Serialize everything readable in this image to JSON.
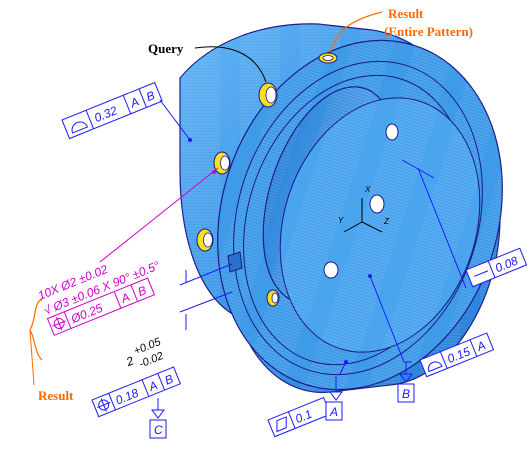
{
  "annotations": {
    "query_label": "Query",
    "result_top_line1": "Result",
    "result_top_line2": "(Entire Pattern)",
    "result_left": "Result"
  },
  "callouts": {
    "profile_surface": {
      "tolerance": "0.32",
      "datum1": "A",
      "datum2": "B"
    },
    "hole_pattern": {
      "line1": "10X Ø2 ±0.02",
      "line2": "Ø3 ±0.06 X 90° ±0.5°",
      "tolerance": "Ø0.25",
      "datum1": "A",
      "datum2": "B"
    },
    "slot_dimension": {
      "nominal": "2",
      "plus": "+0.05",
      "minus": "-0.02"
    },
    "slot_position": {
      "tolerance": "0.18",
      "datum1": "A",
      "datum2": "B",
      "datum_label": "C"
    },
    "flatness": {
      "tolerance": "0.1",
      "datum_label": "A"
    },
    "profile_bore": {
      "tolerance": "0.15",
      "datum1": "A",
      "datum_label": "B"
    },
    "straightness": {
      "tolerance": "0.08"
    }
  },
  "axes": {
    "x": "X",
    "y": "Y",
    "z": "Z"
  },
  "colors": {
    "part_face": "#3d9be9",
    "part_edge": "#1a1a8a",
    "hole_highlight": "#f5e020",
    "annotation_blue": "#1a1aff",
    "annotation_magenta": "#cc00cc",
    "result_orange": "#ff6a00"
  }
}
